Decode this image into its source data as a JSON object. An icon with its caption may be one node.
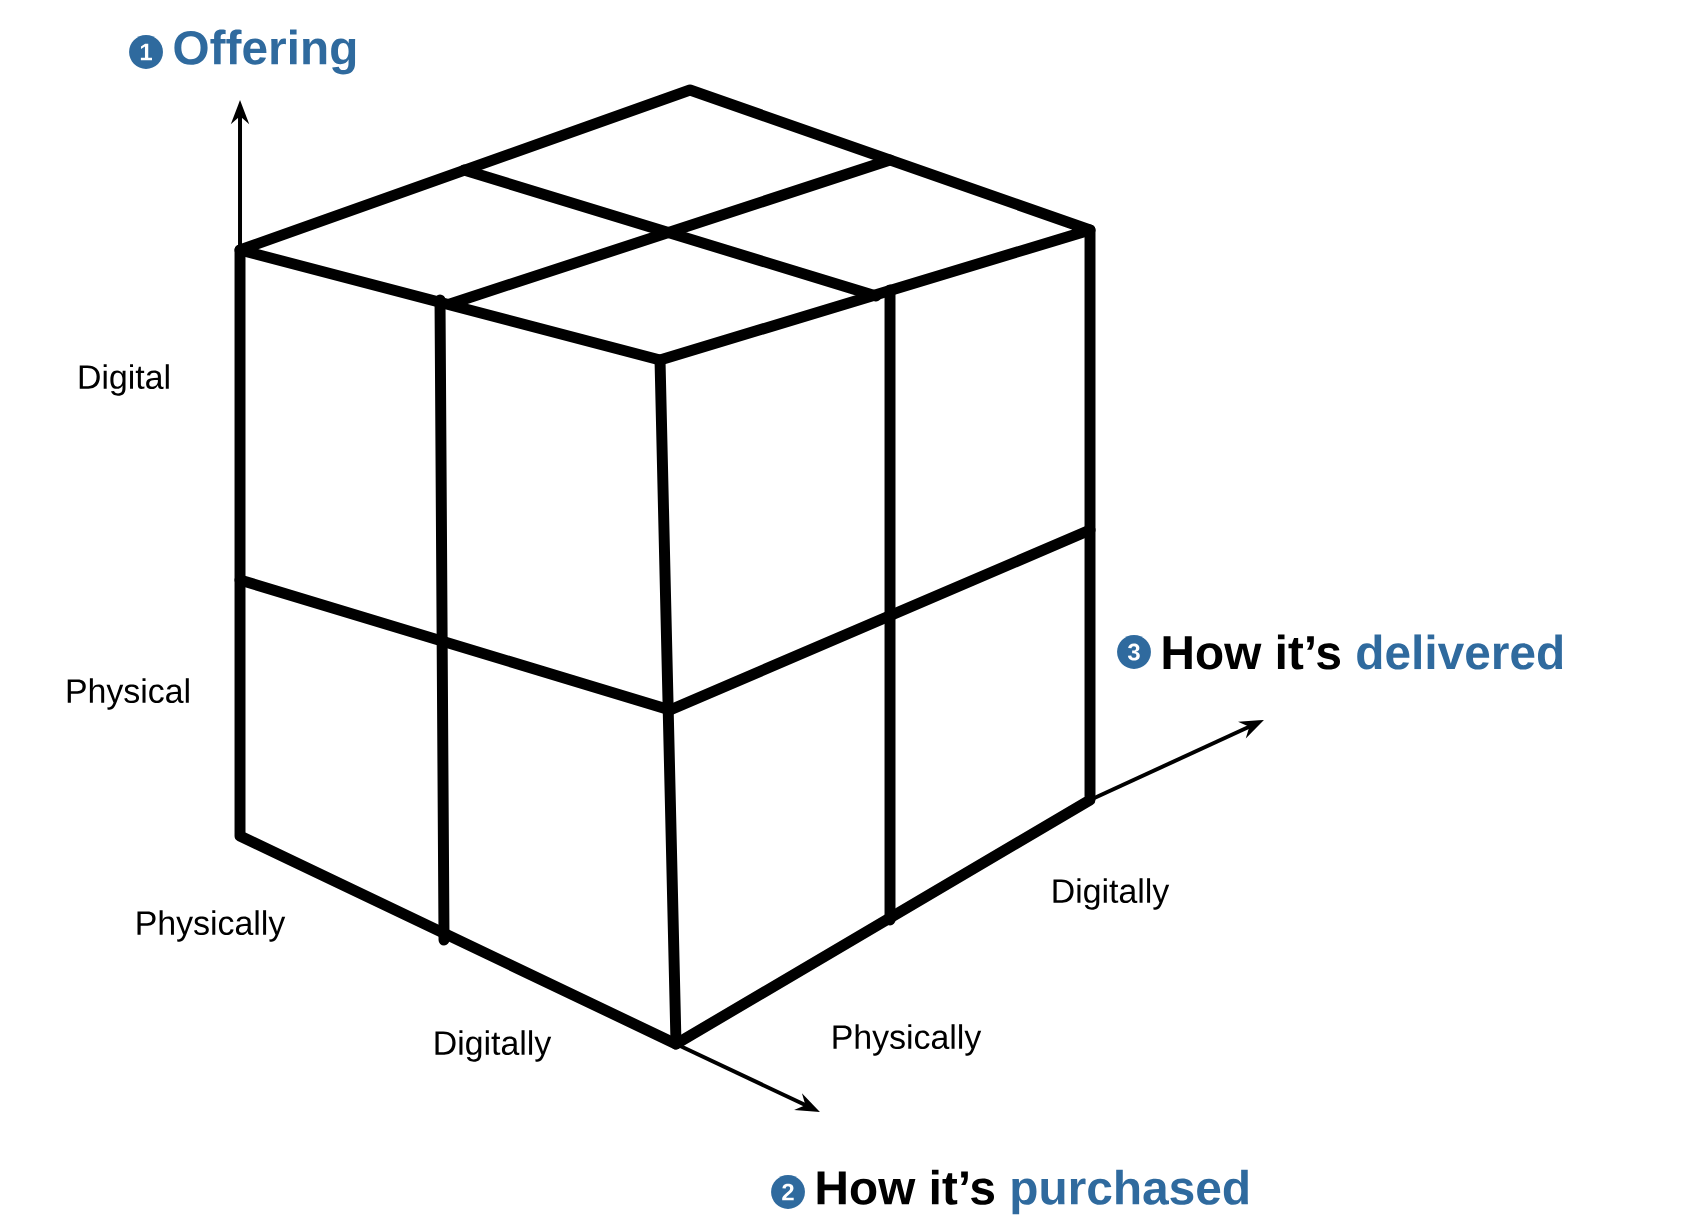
{
  "diagram": {
    "labels": [
      "1",
      "Offering",
      "Digital",
      "Physical",
      "3",
      "How it’s",
      "delivered",
      "Physically",
      "Digitally",
      "Physically",
      "Digitally",
      "2",
      "How it’s",
      "purchased"
    ]
  }
}
